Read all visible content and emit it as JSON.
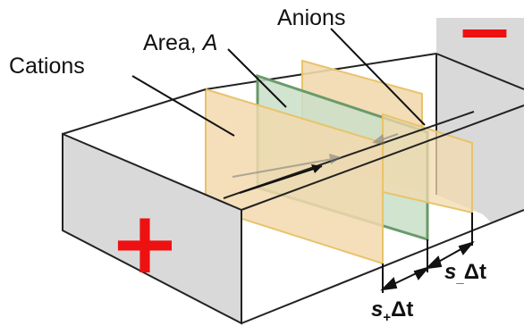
{
  "labels": {
    "cations": "Cations",
    "area_prefix": "Area, ",
    "area_symbol": "A",
    "anions": "Anions"
  },
  "signs": {
    "positive": "+",
    "negative": "−"
  },
  "dimensions": {
    "anion": {
      "symbol": "s",
      "subscript": "_",
      "delta": "Δt"
    },
    "cation": {
      "symbol": "s",
      "subscript": "+",
      "delta": "Δt"
    }
  },
  "colors": {
    "electrode_face": "#d9d9d9",
    "cation_plane": "#f2d9ae",
    "cation_edge": "#e8c36a",
    "area_plane": "#c9dfc8",
    "area_edge": "#6a9a6a",
    "sign_color": "#ee1111"
  }
}
